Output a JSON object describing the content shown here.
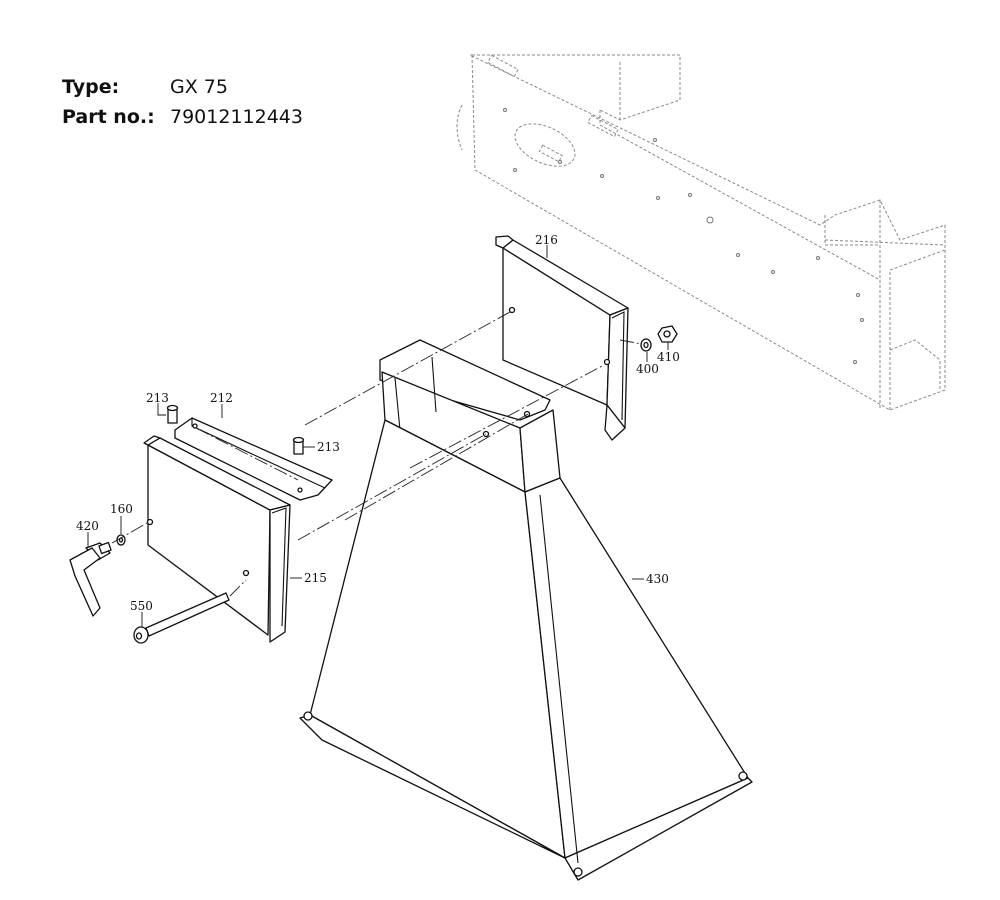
{
  "header": {
    "type_label": "Type:",
    "type_value": "GX 75",
    "part_label": "Part no.:",
    "part_value": "79012112443"
  },
  "callouts": {
    "c216": "216",
    "c400": "400",
    "c410": "410",
    "c213_top": "213",
    "c212": "212",
    "c213_right": "213",
    "c160": "160",
    "c420": "420",
    "c215": "215",
    "c430": "430",
    "c550": "550"
  }
}
